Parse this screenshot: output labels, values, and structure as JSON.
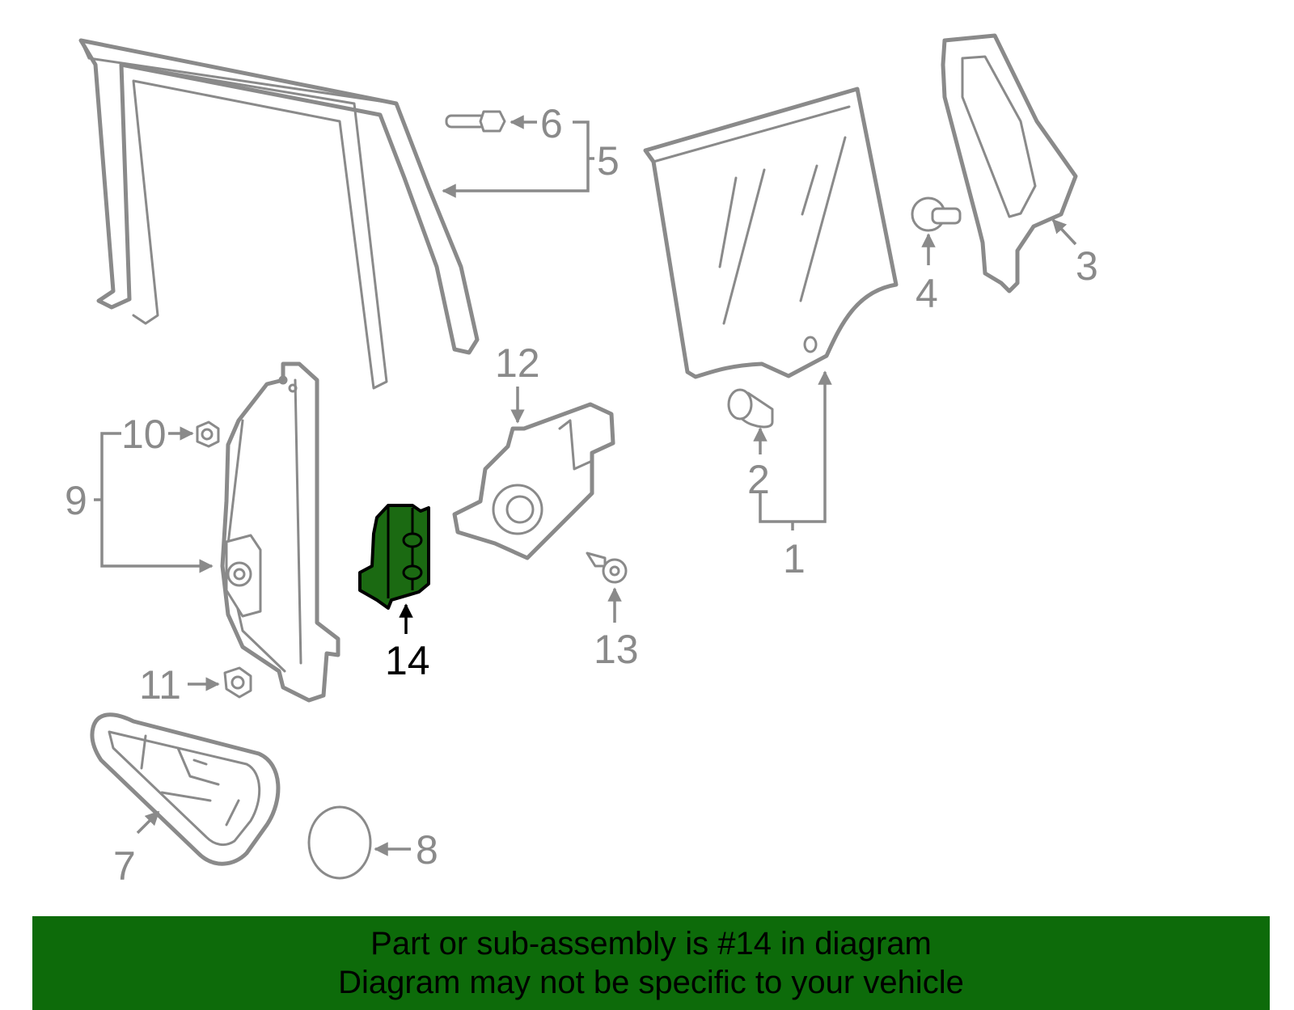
{
  "diagram": {
    "callouts": {
      "c1": "1",
      "c2": "2",
      "c3": "3",
      "c4": "4",
      "c5": "5",
      "c6": "6",
      "c7": "7",
      "c8": "8",
      "c9": "9",
      "c10": "10",
      "c11": "11",
      "c12": "12",
      "c13": "13",
      "c14": "14"
    },
    "highlighted_part": "14",
    "highlight_color": "#1b6a12",
    "line_color": "#8a8a8a"
  },
  "banner": {
    "line1": "Part or sub-assembly is #14 in diagram",
    "line2": "Diagram may not be specific to your vehicle",
    "background": "#0d6b0a"
  }
}
